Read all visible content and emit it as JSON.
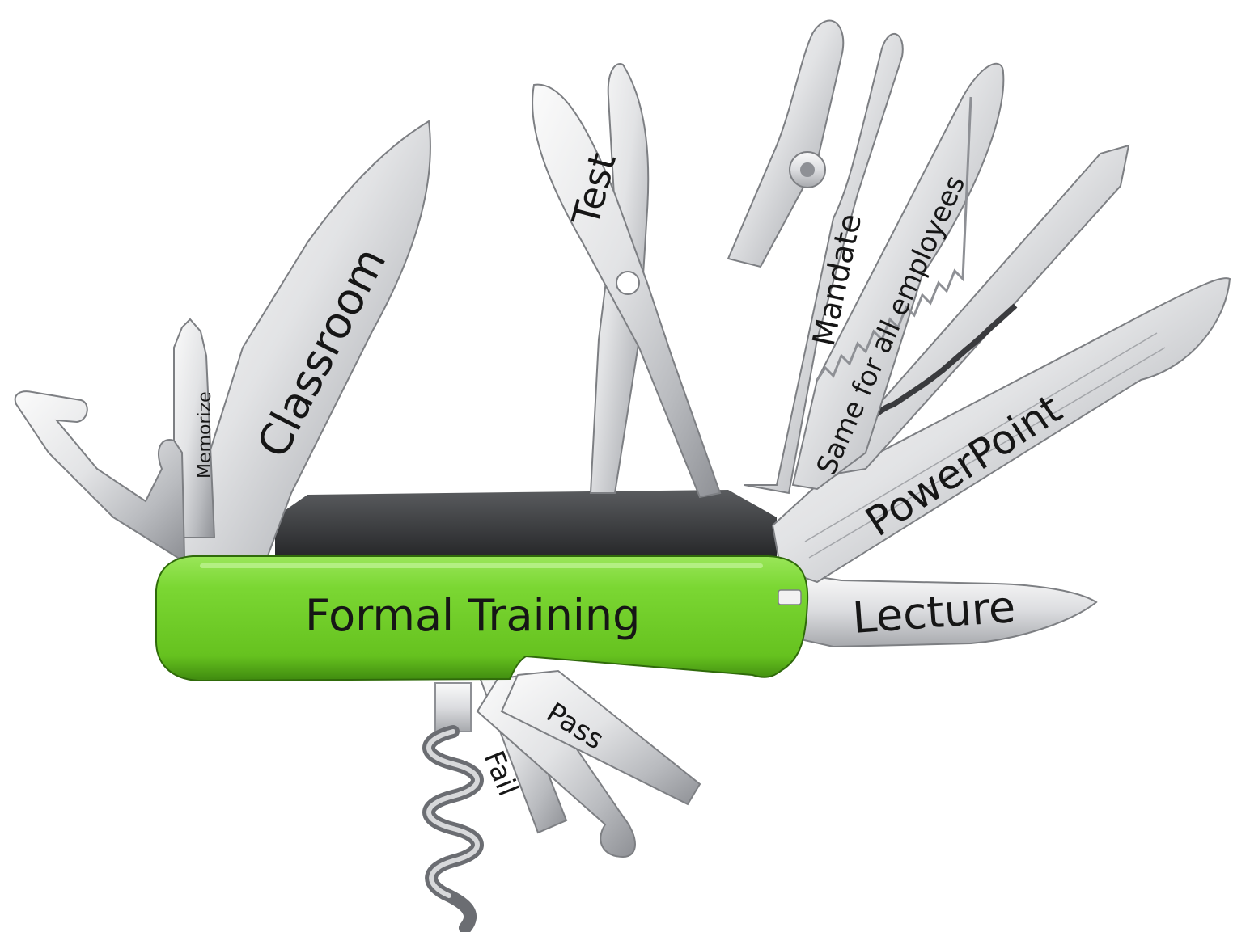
{
  "image": {
    "subject": "swiss-army-knife",
    "colors": {
      "handle": "#76d22e",
      "handle_dark": "#3f8a0f",
      "handle_light": "#a8ec6a",
      "steel_light": "#f6f6f6",
      "steel_mid": "#cfd0d2",
      "steel_dark": "#7d7f83",
      "text": "#161616",
      "background": "#ffffff"
    }
  },
  "handle": {
    "label": "Formal Training"
  },
  "tools": {
    "classroom": {
      "label": "Classroom"
    },
    "memorize": {
      "label": "Memorize"
    },
    "test": {
      "label": "Test"
    },
    "mandate": {
      "label": "Mandate"
    },
    "same_for_all": {
      "label": "Same for all employees"
    },
    "powerpoint": {
      "label": "PowerPoint"
    },
    "lecture": {
      "label": "Lecture"
    },
    "pass": {
      "label": "Pass"
    },
    "fail": {
      "label": "Fail"
    }
  }
}
